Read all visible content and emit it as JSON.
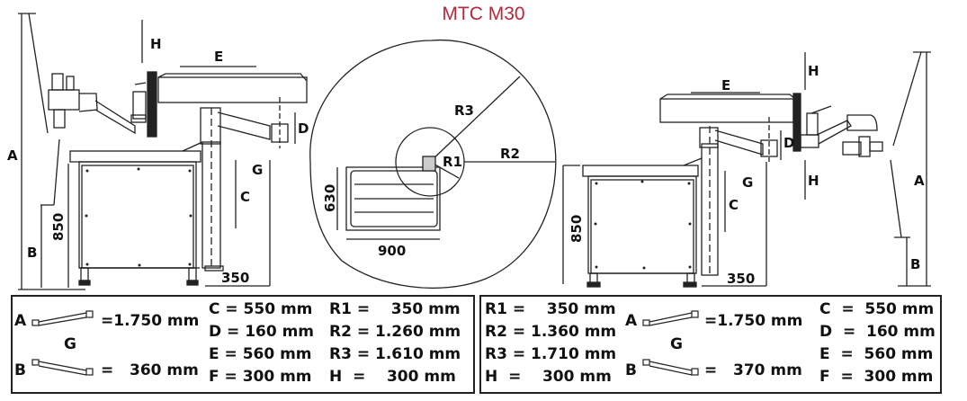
{
  "title": "MTC M30",
  "left_view": {
    "labels": {
      "A": "A",
      "B": "B",
      "C": "C",
      "D": "D",
      "E": "E",
      "G": "G",
      "H": "H"
    },
    "dim_height": "850",
    "dim_offset": "350"
  },
  "top_view": {
    "labels": {
      "R1": "R1",
      "R2": "R2",
      "R3": "R3"
    },
    "dim_width": "900",
    "dim_depth": "630"
  },
  "right_view": {
    "labels": {
      "A": "A",
      "B": "B",
      "C": "C",
      "D": "D",
      "E": "E",
      "G": "G",
      "H_top": "H",
      "H_bottom": "H"
    },
    "dim_height": "850",
    "dim_offset": "350"
  },
  "spec_left": {
    "arm_A": {
      "letter": "A",
      "value": "=1.750 mm"
    },
    "arm_label": "G",
    "arm_B": {
      "letter": "B",
      "value": "=   360 mm"
    },
    "col1": [
      "C = 550 mm",
      "D = 160 mm",
      "E = 560 mm",
      "F = 300 mm"
    ],
    "col2": [
      "R1 =    350 mm",
      "R2 = 1.260 mm",
      "R3 = 1.610 mm",
      "H  =    300 mm"
    ]
  },
  "spec_right": {
    "col1": [
      "R1 =    350 mm",
      "R2 = 1.360 mm",
      "R3 = 1.710 mm",
      "H  =    300 mm"
    ],
    "arm_A": {
      "letter": "A",
      "value": "=1.750 mm"
    },
    "arm_label": "G",
    "arm_B": {
      "letter": "B",
      "value": "=   370 mm"
    },
    "col2": [
      "C  =  550 mm",
      "D  =  160 mm",
      "E  =  560 mm",
      "F  =  300 mm"
    ]
  }
}
